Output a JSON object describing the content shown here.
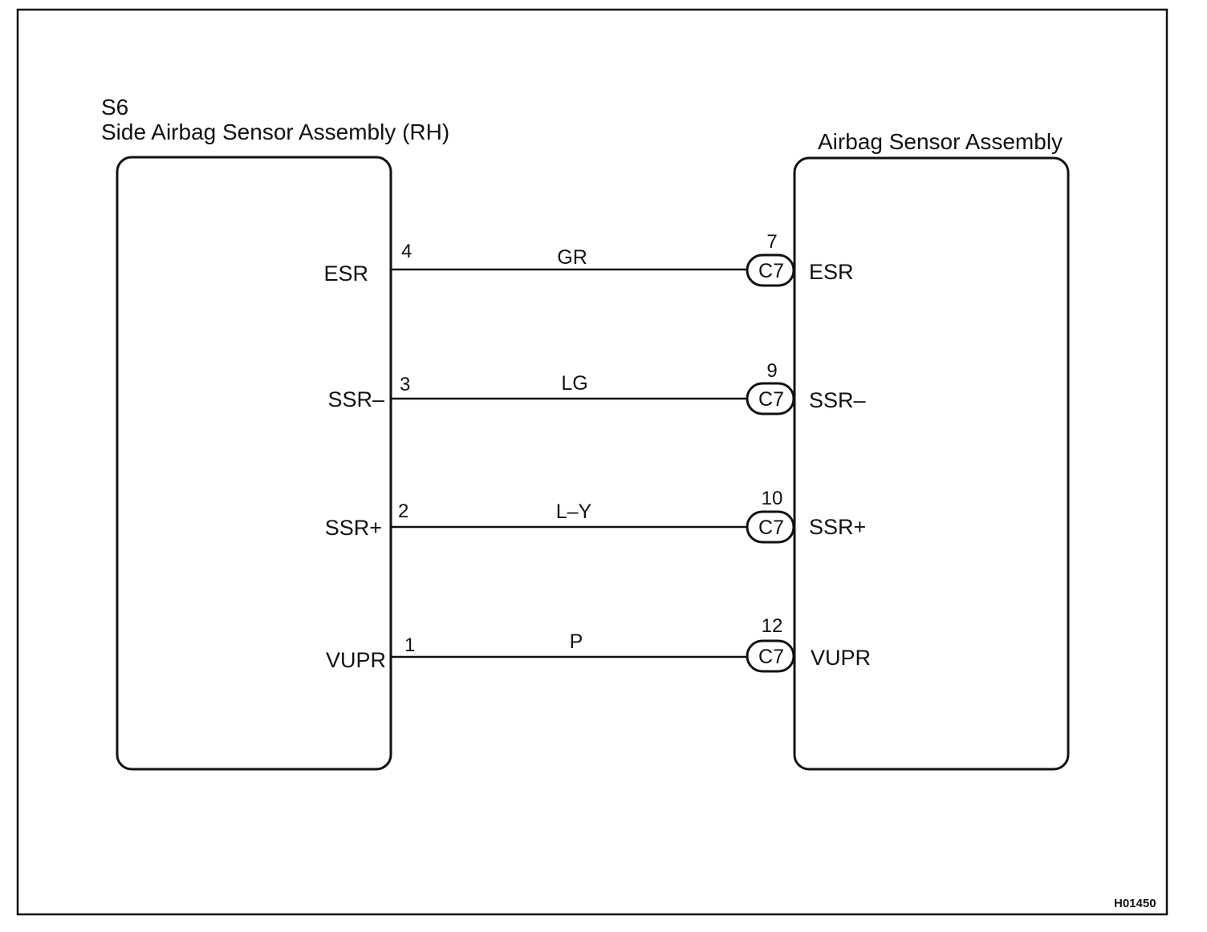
{
  "frame": {
    "reference_code": "H01450"
  },
  "left_component": {
    "code": "S6",
    "name": "Side Airbag Sensor Assembly (RH)"
  },
  "right_component": {
    "name": "Airbag Sensor Assembly",
    "connector": "C7"
  },
  "connections": [
    {
      "left_signal": "ESR",
      "left_pin": "4",
      "wire_color": "GR",
      "right_pin": "7",
      "connector": "C7",
      "right_signal": "ESR"
    },
    {
      "left_signal": "SSR–",
      "left_pin": "3",
      "wire_color": "LG",
      "right_pin": "9",
      "connector": "C7",
      "right_signal": "SSR–"
    },
    {
      "left_signal": "SSR+",
      "left_pin": "2",
      "wire_color": "L–Y",
      "right_pin": "10",
      "connector": "C7",
      "right_signal": "SSR+"
    },
    {
      "left_signal": "VUPR",
      "left_pin": "1",
      "wire_color": "P",
      "right_pin": "12",
      "connector": "C7",
      "right_signal": "VUPR"
    }
  ]
}
